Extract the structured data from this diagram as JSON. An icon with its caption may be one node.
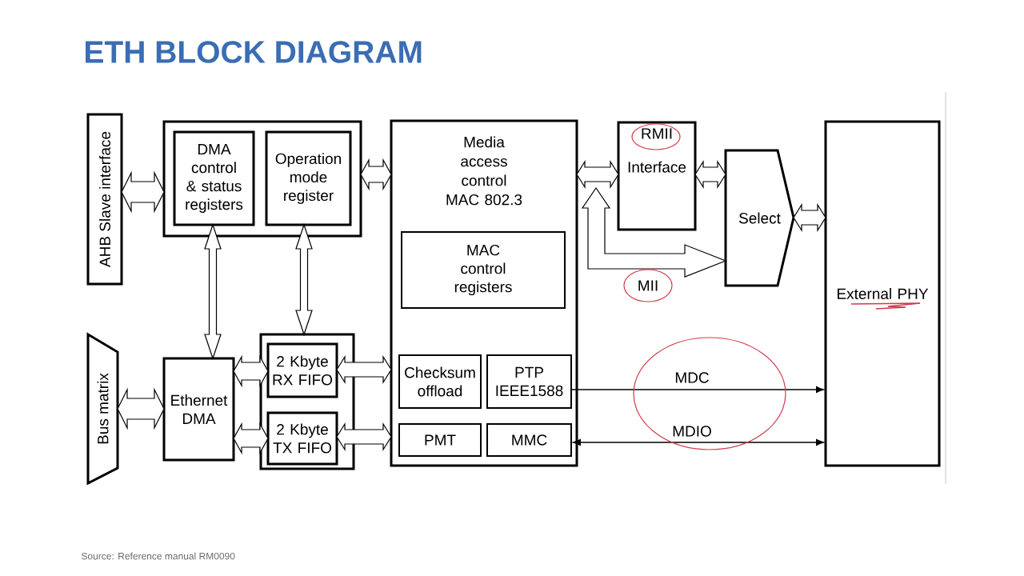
{
  "diagram": {
    "title": "ETH BLOCK DIAGRAM",
    "caption": "Source: Reference manual RM0090",
    "nodes": [
      {
        "text": [
          "AHB Slave interface"
        ]
      },
      {
        "text": [],
        "shape": "box"
      },
      {
        "text": [
          "DMA control & status registers"
        ],
        "in": 1
      },
      {
        "text": [
          "Operation mode register"
        ],
        "in": 1
      },
      {
        "text": [
          "Bus matrix"
        ]
      },
      {
        "text": [
          "Ethernet DMA"
        ]
      },
      {
        "text": [],
        "shape": "box"
      },
      {
        "text": [
          "2 Kbyte RX FIFO"
        ],
        "in": 6
      },
      {
        "text": [
          "2 Kbyte TX FIFO"
        ],
        "in": 6
      },
      {
        "text": [
          "Media access control MAC 802.3"
        ]
      },
      {
        "text": [
          "MAC control registers"
        ],
        "in": 9
      },
      {
        "text": [
          "Checksum offload"
        ],
        "in": 9
      },
      {
        "text": [
          "PTP IEEE1588"
        ],
        "in": 9
      },
      {
        "text": [
          "PMT"
        ],
        "in": 9
      },
      {
        "text": [
          "MMC"
        ],
        "in": 9
      },
      {
        "text": [
          "RMII Interface"
        ]
      },
      {
        "text": [
          "Select"
        ]
      },
      {
        "text": [
          "External PHY"
        ]
      }
    ],
    "edges": [
      {
        "from": 0,
        "to": 1,
        "arrow": "both",
        "style": "thick"
      },
      {
        "from": 1,
        "to": 9,
        "arrow": "both",
        "style": "thick"
      },
      {
        "from": 2,
        "to": 5,
        "arrow": "both",
        "style": "thick"
      },
      {
        "from": 3,
        "to": 6,
        "arrow": "both",
        "style": "thick"
      },
      {
        "from": 4,
        "to": 5,
        "arrow": "both",
        "style": "thick"
      },
      {
        "from": 5,
        "to": 7,
        "arrow": "both",
        "style": "thick"
      },
      {
        "from": 5,
        "to": 8,
        "arrow": "both",
        "style": "thick"
      },
      {
        "from": 7,
        "to": 9,
        "arrow": "both",
        "style": "thick"
      },
      {
        "from": 8,
        "to": 9,
        "arrow": "both",
        "style": "thick"
      },
      {
        "from": 9,
        "to": 15,
        "arrow": "both",
        "style": "thick"
      },
      {
        "from": 15,
        "to": 16,
        "arrow": "both",
        "style": "thick"
      },
      {
        "from": 16,
        "to": 17,
        "arrow": "both",
        "style": "thick"
      },
      {
        "from": 9,
        "to": 16,
        "arrow": "both",
        "style": "thick",
        "label": "MII"
      },
      {
        "from": 12,
        "to": 17,
        "arrow": "to",
        "label": "MDC"
      },
      {
        "from": 14,
        "to": 17,
        "arrow": "both",
        "label": "MDIO"
      }
    ]
  }
}
